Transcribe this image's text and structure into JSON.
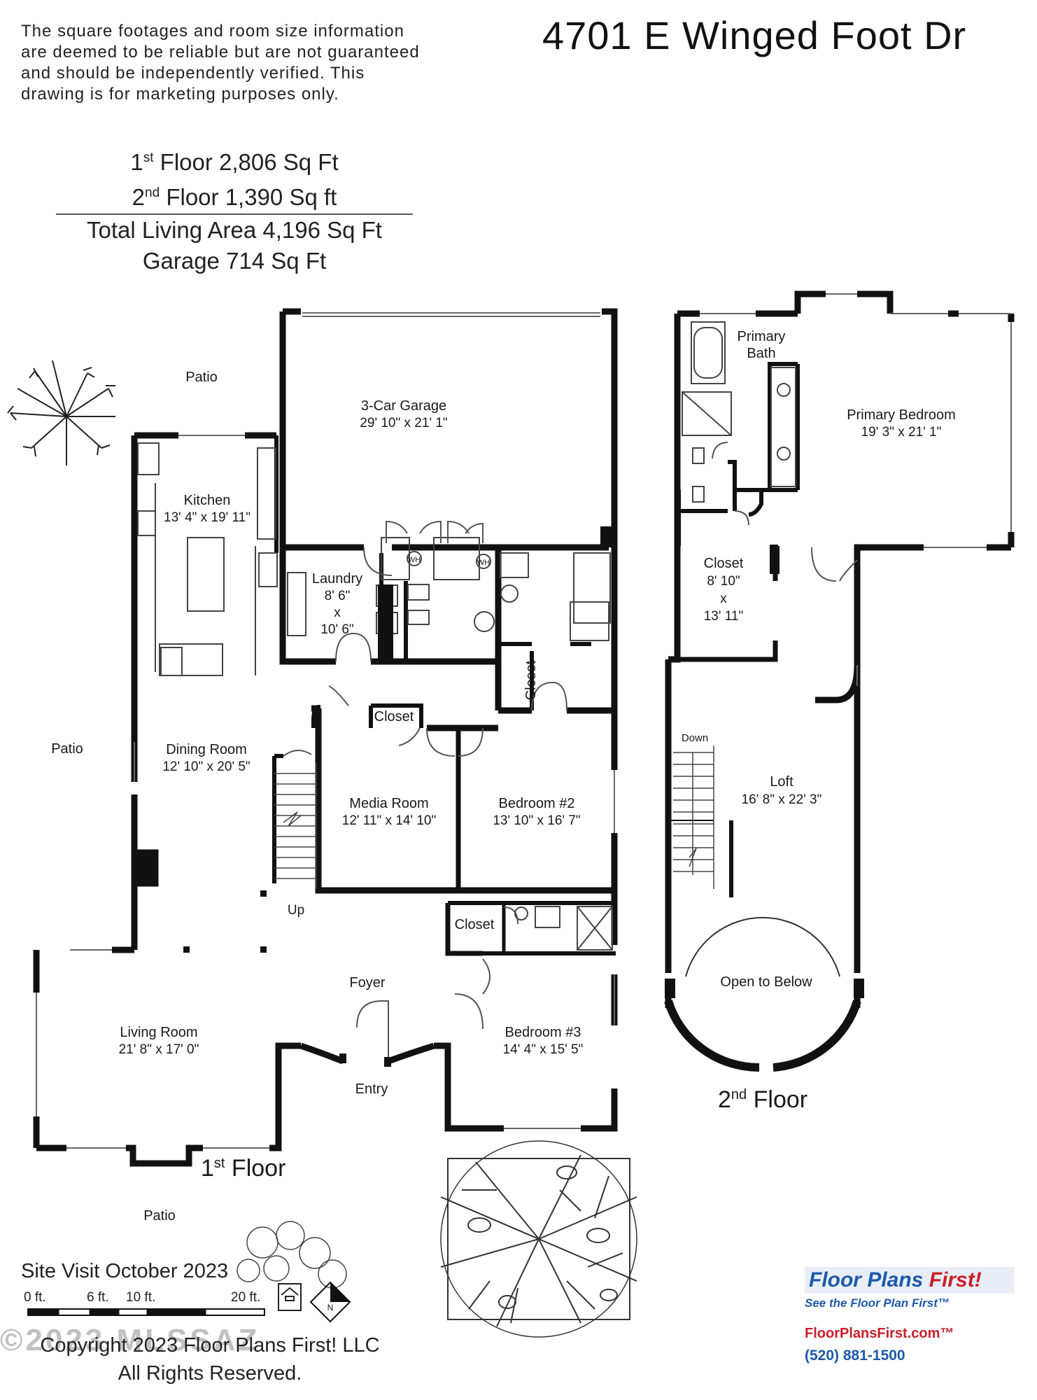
{
  "header": {
    "disclaimer": "The square footages and room size information are deemed to be reliable but are not guaranteed and should be independently verified. This drawing is for marketing purposes only.",
    "address": "4701 E Winged Foot Dr"
  },
  "areas": {
    "first_floor_ord": "1",
    "first_floor_sup": "st",
    "first_floor_text": " Floor 2,806 Sq Ft",
    "second_floor_ord": "2",
    "second_floor_sup": "nd",
    "second_floor_text": " Floor 1,390 Sq ft",
    "total": "Total Living Area 4,196 Sq Ft",
    "garage": "Garage 714 Sq Ft"
  },
  "rooms": {
    "garage": {
      "name": "3-Car Garage",
      "dims": "29' 10\" x 21' 1\""
    },
    "kitchen": {
      "name": "Kitchen",
      "dims": "13' 4\" x 19' 11\""
    },
    "laundry": {
      "name": "Laundry",
      "w": "8' 6\"",
      "x": "x",
      "h": "10' 6\""
    },
    "dining": {
      "name": "Dining Room",
      "dims": "12' 10\" x 20' 5\""
    },
    "media": {
      "name": "Media Room",
      "dims": "12' 11\" x 14' 10\""
    },
    "bedroom2": {
      "name": "Bedroom #2",
      "dims": "13' 10\" x 16' 7\""
    },
    "living": {
      "name": "Living Room",
      "dims": "21' 8\" x 17' 0\""
    },
    "bedroom3": {
      "name": "Bedroom #3",
      "dims": "14' 4\" x 15' 5\""
    },
    "foyer": "Foyer",
    "entry": "Entry",
    "closet_a": "Closet",
    "closet_b": "Closet",
    "closet_c": "Closet",
    "up": "Up",
    "wh1": "WH",
    "wh2": "WH",
    "patio_top": "Patio",
    "patio_left": "Patio",
    "patio_bottom": "Patio",
    "primary_bath_1": "Primary",
    "primary_bath_2": "Bath",
    "primary_bedroom": {
      "name": "Primary Bedroom",
      "dims": "19' 3\" x 21' 1\""
    },
    "closet_up": {
      "name": "Closet",
      "w": "8' 10\"",
      "x": "x",
      "h": "13' 11\""
    },
    "down": "Down",
    "loft": {
      "name": "Loft",
      "dims": "16' 8\" x 22' 3\""
    },
    "open_below": "Open to Below"
  },
  "floors": {
    "first": {
      "ord": "1",
      "sup": "st",
      "text": " Floor"
    },
    "second": {
      "ord": "2",
      "sup": "nd",
      "text": " Floor"
    }
  },
  "footer": {
    "site_visit": "Site Visit October 2023",
    "scale": [
      "0 ft.",
      "6 ft.",
      "10 ft.",
      "20 ft."
    ],
    "copyright_1": "Copyright 2023 Floor Plans First! LLC",
    "copyright_2": "All Rights Reserved.",
    "watermark": "©2023 MLSSAZ",
    "compass": "N"
  },
  "brand": {
    "name_a": "Floor Plans ",
    "name_b": "First!",
    "tagline": "See the Floor Plan First™",
    "url": "FloorPlansFirst.com™",
    "phone": "(520) 881-1500"
  },
  "colors": {
    "wall": "#111111",
    "brand_blue": "#1e5aa8",
    "brand_red": "#c8202a"
  }
}
